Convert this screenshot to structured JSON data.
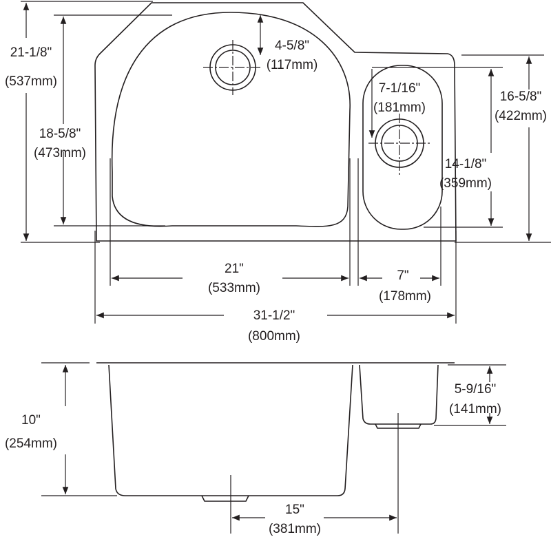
{
  "title": "Double bowl undermount sink dimension drawing",
  "colors": {
    "line": "#231f20",
    "background": "#ffffff"
  },
  "dimensions": {
    "overall_depth": {
      "in": "21-1/8\"",
      "mm": "(537mm)"
    },
    "large_bowl_depth": {
      "in": "18-5/8\"",
      "mm": "(473mm)"
    },
    "large_drain_offset": {
      "in": "4-5/8\"",
      "mm": "(117mm)"
    },
    "small_drain_offset": {
      "in": "7-1/16\"",
      "mm": "(181mm)"
    },
    "right_depth": {
      "in": "16-5/8\"",
      "mm": "(422mm)"
    },
    "small_bowl_depth": {
      "in": "14-1/8\"",
      "mm": "(359mm)"
    },
    "large_bowl_width": {
      "in": "21\"",
      "mm": "(533mm)"
    },
    "small_bowl_width": {
      "in": "7\"",
      "mm": "(178mm)"
    },
    "overall_width": {
      "in": "31-1/2\"",
      "mm": "(800mm)"
    },
    "large_bowl_height": {
      "in": "10\"",
      "mm": "(254mm)"
    },
    "small_bowl_height": {
      "in": "5-9/16\"",
      "mm": "(141mm)"
    },
    "drain_spacing": {
      "in": "15\"",
      "mm": "(381mm)"
    }
  }
}
